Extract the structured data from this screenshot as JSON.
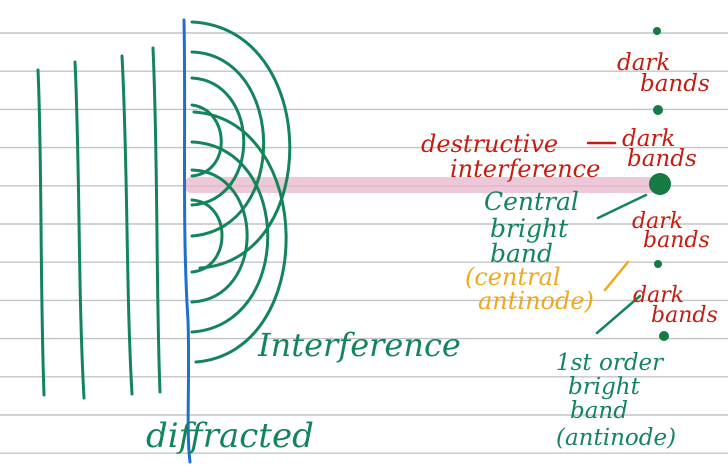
{
  "colors": {
    "paper": "#ffffff",
    "ruled_line": "#c4c4c4",
    "wave": "#14855a",
    "barrier": "#1f6fd1",
    "highlight": "#e7b6cc",
    "red_ink": "#c41d12",
    "orange_ink": "#f0a81c",
    "dot": "#157a44"
  },
  "labels": {
    "dark_bands_1": [
      "dark",
      "bands"
    ],
    "destructive_interference": [
      "destructive",
      "interference"
    ],
    "dark_bands_2": [
      "dark",
      "bands"
    ],
    "central_bright_band": [
      "Central",
      "bright",
      "band"
    ],
    "central_antinode": [
      "(central",
      "antinode)"
    ],
    "dark_bands_3": [
      "dark",
      "bands"
    ],
    "dark_bands_4": [
      "dark",
      "bands"
    ],
    "interference": "Interference",
    "first_order_bright_band": [
      "1st order",
      "bright",
      "band",
      "(antinode)"
    ],
    "diffracted": "diffracted"
  }
}
